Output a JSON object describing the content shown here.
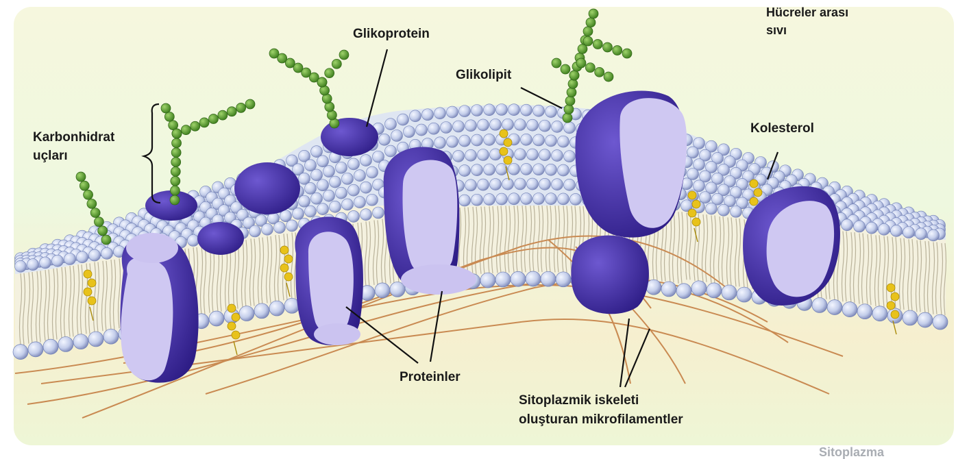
{
  "labels": {
    "extracellular_line1": "Hücreler arası",
    "extracellular_line2": "sıvı",
    "glycoprotein": "Glikoprotein",
    "glycolipid": "Glikolipit",
    "carbohydrate_line1": "Karbonhidrat",
    "carbohydrate_line2": "uçları",
    "cholesterol": "Kolesterol",
    "proteins": "Proteinler",
    "microfilament_line1": "Sitoplazmik iskeleti",
    "microfilament_line2": "oluşturan mikrofilamentler",
    "cytoplasm": "Sitoplazma"
  },
  "colors": {
    "head": "#c6d3ee",
    "head_edge": "#6f7fb6",
    "tail": "#b9b29a",
    "protein_dark": "#4a31a8",
    "protein_light": "#c9c2ef",
    "sugar": "#5b9e2e",
    "sugar_edge": "#2f6316",
    "cholesterol": "#e8c21a",
    "filament": "#c98a52",
    "bg_top": "#f4f8de",
    "bg_bottom": "#f3eccc"
  }
}
